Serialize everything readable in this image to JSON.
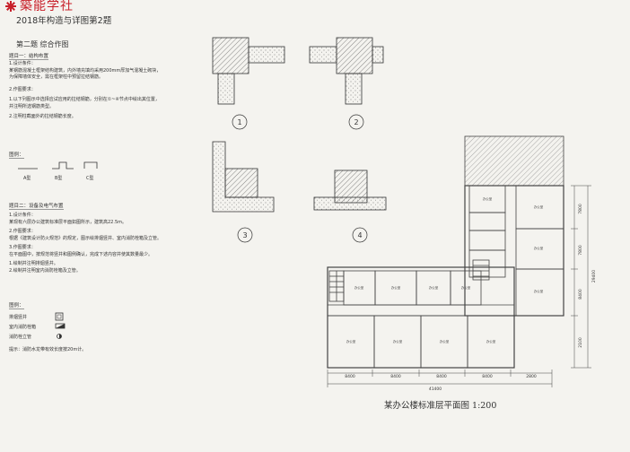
{
  "brand": {
    "name": "築能学社",
    "subtitle": "2018年构造与详图第2题"
  },
  "question": {
    "title": "第二题  综合作图"
  },
  "task1": {
    "heading": "题目一：结构布置",
    "lines": [
      "1.设计条件：",
      "某钢筋混凝土框架结构建筑，内外墙充填均采用200mm厚加气混凝土砌块，",
      "为保障墙体安全，需在框架柱中预留拉结钢筋。",
      "2.作图要求：",
      "1.以下列图示中选择应试应用的拉结钢筋，分别在①~④节点中绘出其位置，",
      "并注明所选钢筋类型。",
      "2.注明柱截面外的拉结钢筋长度。"
    ],
    "legend_heading": "图例：",
    "legend_types": [
      "A型",
      "B型",
      "C型"
    ]
  },
  "task2": {
    "heading": "题目二：设备及电气布置",
    "lines": [
      "1.设计条件：",
      "某现有六层办公建筑标准层平面如图所示，建筑高22.5m。",
      "2.作图要求：",
      "根据《建筑设计防火规范》的规定，图示绘排烟竖井、室内消防栓箱及立管。",
      "3.作图要求：",
      "在平面图中，按规范将竖井和图例确认，完成下述内容并使其数量最少。",
      "1.绘制并注明排烟竖井。",
      "2.绘制并注明室内消防栓箱及立管。"
    ],
    "legend_heading": "图例：",
    "legend_items": [
      "排烟竖井",
      "室内消防栓箱",
      "消防栓立管"
    ],
    "note": "提示：消防水龙带有效长度按20m计。"
  },
  "details": {
    "labels": [
      "1",
      "2",
      "3",
      "4"
    ]
  },
  "plan": {
    "title": "某办公楼标准层平面图  1:200",
    "room_label": "办公室",
    "bottom_dims": [
      "8400",
      "8400",
      "8400",
      "8400",
      "2800"
    ],
    "total_dim": "41400",
    "right_dims": [
      "7800",
      "7800",
      "8400",
      "2100"
    ],
    "right_total": "29400"
  }
}
